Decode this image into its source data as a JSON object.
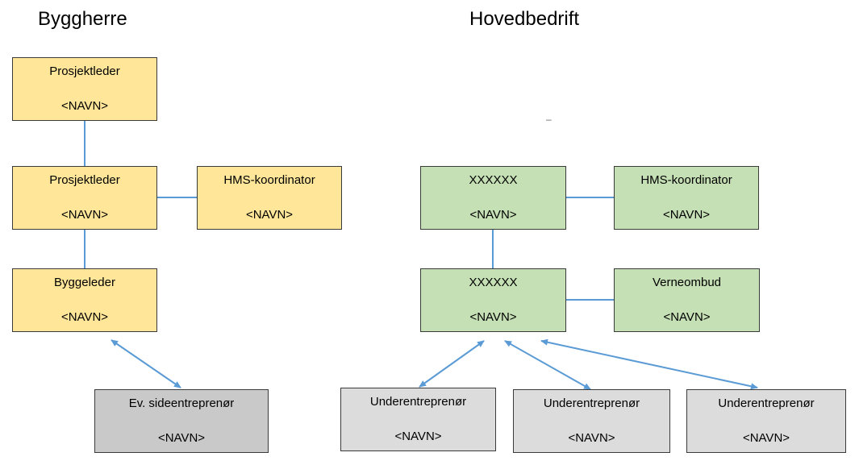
{
  "headings": {
    "left": "Byggherre",
    "right": "Hovedbedrift"
  },
  "stray_mark": "–",
  "boxes": {
    "pl1": {
      "title": "Prosjektleder",
      "name": "<NAVN>"
    },
    "pl2": {
      "title": "Prosjektleder",
      "name": "<NAVN>"
    },
    "hms1": {
      "title": "HMS-koordinator",
      "name": "<NAVN>"
    },
    "bl": {
      "title": "Byggeleder",
      "name": "<NAVN>"
    },
    "sid": {
      "title": "Ev. sideentreprenør",
      "name": "<NAVN>"
    },
    "x1": {
      "title": "XXXXXX",
      "name": "<NAVN>"
    },
    "hms2": {
      "title": "HMS-koordinator",
      "name": "<NAVN>"
    },
    "x2": {
      "title": "XXXXXX",
      "name": "<NAVN>"
    },
    "vo": {
      "title": "Verneombud",
      "name": "<NAVN>"
    },
    "ue1": {
      "title": "Underentreprenør",
      "name": "<NAVN>"
    },
    "ue2": {
      "title": "Underentreprenør",
      "name": "<NAVN>"
    },
    "ue3": {
      "title": "Underentreprenør",
      "name": "<NAVN>"
    }
  },
  "colors": {
    "byggherre_fill": "#ffe699",
    "hovedbedrift_fill": "#c5e0b4",
    "sideentreprenor_fill": "#c9c9c9",
    "underentreprenor_fill": "#dcdcdc",
    "connector": "#5b9bd5"
  }
}
